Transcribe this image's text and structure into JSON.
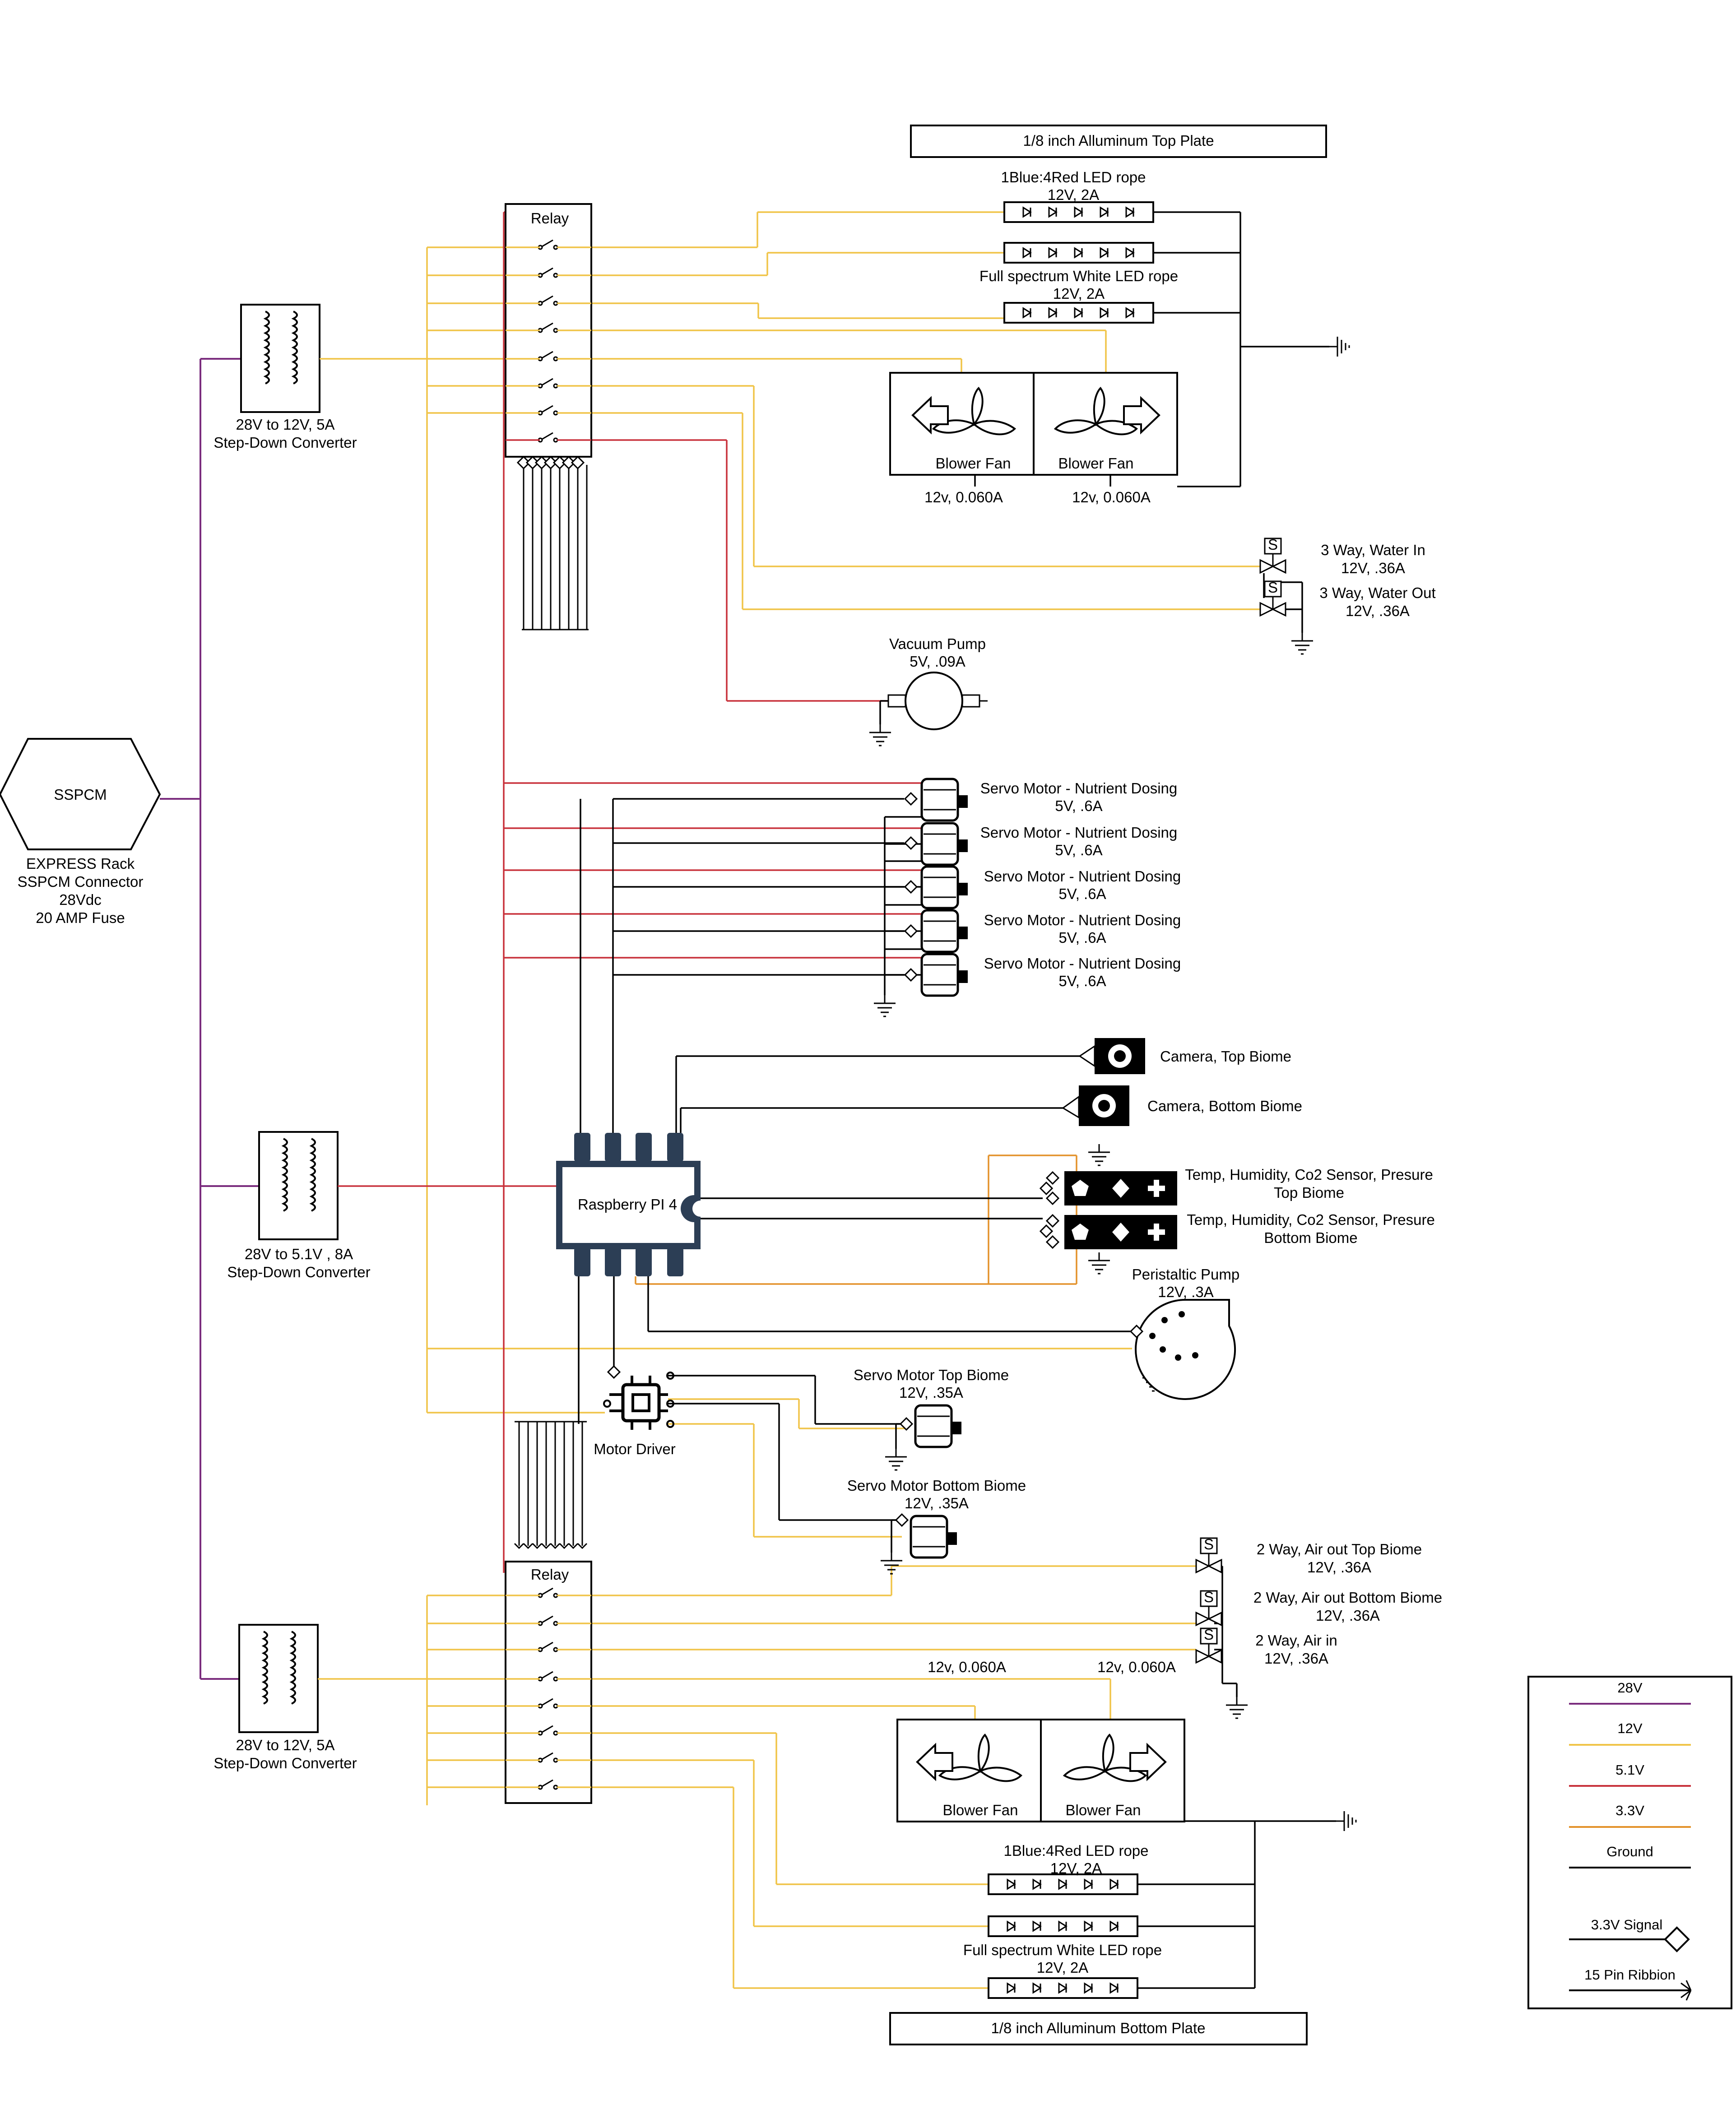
{
  "diagram": {
    "top_plate": "1/8 inch Alluminum Top Plate",
    "bottom_plate": "1/8 inch Alluminum Bottom Plate",
    "sspcm": {
      "name": "SSPCM",
      "desc": [
        "EXPRESS Rack",
        "SSPCM Connector",
        "28Vdc",
        "20 AMP Fuse"
      ]
    },
    "converters": [
      {
        "line1": "28V to 12V, 5A",
        "line2": "Step-Down Converter"
      },
      {
        "line1": "28V to 5.1V , 8A",
        "line2": "Step-Down Converter"
      },
      {
        "line1": "28V to 12V, 5A",
        "line2": "Step-Down Converter"
      }
    ],
    "relay_label": "Relay",
    "top": {
      "led1": {
        "name": "1Blue:4Red LED rope",
        "spec": "12V, 2A"
      },
      "led2": {
        "name": "Full spectrum White LED rope",
        "spec": "12V, 2A"
      },
      "fan_label": "Blower Fan",
      "fan_spec": "12v, 0.060A",
      "valve_in": {
        "name": "3 Way, Water In",
        "spec": "12V, .36A"
      },
      "valve_out": {
        "name": "3 Way, Water Out",
        "spec": "12V, .36A"
      },
      "vacuum": {
        "name": "Vacuum Pump",
        "spec": "5V, .09A"
      }
    },
    "servo_nutrient": {
      "name": "Servo Motor - Nutrient Dosing",
      "spec": "5V, .6A"
    },
    "cameras": [
      "Camera, Top Biome",
      "Camera, Bottom Biome"
    ],
    "sensors": [
      {
        "line1": "Temp, Humidity, Co2 Sensor, Presure",
        "line2": "Top Biome"
      },
      {
        "line1": "Temp, Humidity, Co2 Sensor, Presure",
        "line2": "Bottom Biome"
      }
    ],
    "rpi": "Raspberry PI 4",
    "peristaltic": {
      "name": "Peristaltic Pump",
      "spec": "12V, .3A"
    },
    "motor_driver": "Motor Driver",
    "servo_top": {
      "name": "Servo Motor Top Biome",
      "spec": "12V, .35A"
    },
    "servo_bottom": {
      "name": "Servo Motor Bottom Biome",
      "spec": "12V, .35A"
    },
    "bottom": {
      "valve1": {
        "name": "2 Way, Air out Top Biome",
        "spec": "12V, .36A"
      },
      "valve2": {
        "name": "2 Way, Air out Bottom Biome",
        "spec": "12V, .36A"
      },
      "valve3": {
        "name": "2 Way, Air in",
        "spec": "12V, .36A"
      },
      "fan_spec": "12v, 0.060A",
      "led1": {
        "name": "1Blue:4Red LED rope",
        "spec": "12V, 2A"
      },
      "led2": {
        "name": "Full spectrum White LED rope",
        "spec": "12V, 2A"
      }
    },
    "valve_symbol": "S"
  },
  "legend": {
    "items": [
      {
        "label": "28V",
        "color": "#7b2d7e"
      },
      {
        "label": "12V",
        "color": "#f0c448"
      },
      {
        "label": "5.1V",
        "color": "#c8323c"
      },
      {
        "label": "3.3V",
        "color": "#e3922b"
      },
      {
        "label": "Ground",
        "color": "#000000"
      }
    ],
    "signal": "3.3V Signal",
    "ribbon": "15 Pin Ribbion"
  }
}
